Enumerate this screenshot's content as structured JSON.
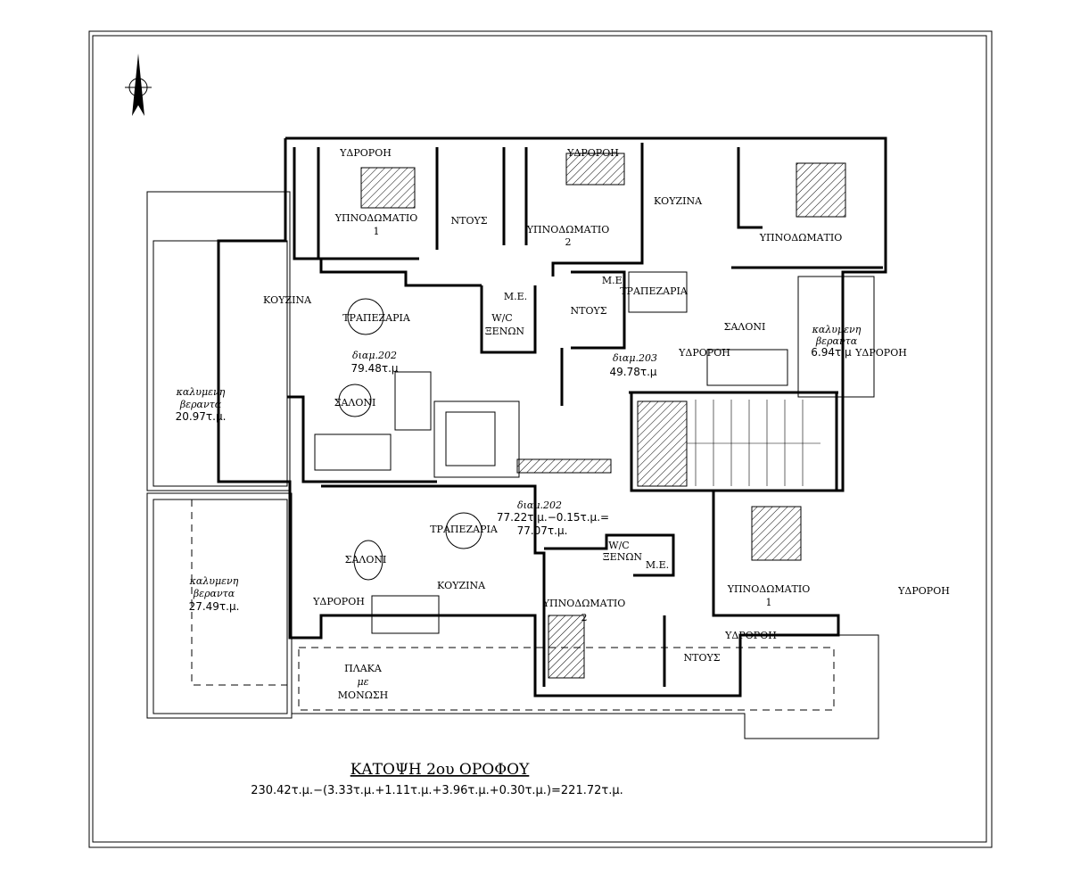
{
  "drawing": {
    "title": "ΚΑΤΟΨΗ 2ου ΟΡΟΦΟΥ",
    "area_formula": "230.42τ.μ.−(3.33τ.μ.+1.11τ.μ.+3.96τ.μ.+0.30τ.μ.)=221.72τ.μ.",
    "downspout_label": "ΥΔΡΟΡΟΗ"
  },
  "apt202_top": {
    "bedroom1": "ΥΠΝΟΔΩΜΑΤΙΟ",
    "bedroom1_num": "1",
    "shower": "ΝΤΟΥΣ",
    "bedroom2": "ΥΠΝΟΔΩΜΑΤΙΟ",
    "bedroom2_num": "2",
    "kitchen": "ΚΟΥΖΙΝΑ",
    "dining": "ΤΡΑΠΕΖΑΡΙΑ",
    "living": "ΣΑΛΟΝΙ",
    "me": "Μ.Ε.",
    "wc": "W/C",
    "guests": "ΞΕΝΩΝ",
    "name": "διαμ.202",
    "area": "79.48τ.μ",
    "veranda_l1": "καλυμενη",
    "veranda_l2": "βεραντα",
    "veranda_area": "20.97τ.μ."
  },
  "apt203": {
    "kitchen": "ΚΟΥΖΙΝΑ",
    "bedroom": "ΥΠΝΟΔΩΜΑΤΙΟ",
    "me": "Μ.Ε.",
    "shower": "ΝΤΟΥΣ",
    "dining": "ΤΡΑΠΕΖΑΡΙΑ",
    "living": "ΣΑΛΟΝΙ",
    "name": "διαμ.203",
    "area": "49.78τ.μ",
    "veranda_l1": "καλυμενη",
    "veranda_l2": "βεραντα",
    "veranda_area": "6.94τ.μ"
  },
  "apt202_bottom": {
    "name": "διαμ.202",
    "area_calc": "77.22τ.μ.−0.15τ.μ.=",
    "area": "77.07τ.μ.",
    "dining": "ΤΡΑΠΕΖΑΡΙΑ",
    "living": "ΣΑΛΟΝΙ",
    "kitchen": "ΚΟΥΖΙΝΑ",
    "wc": "W/C",
    "guests": "ΞΕΝΩΝ",
    "me": "Μ.Ε.",
    "bedroom2": "ΥΠΝΟΔΩΜΑΤΙΟ",
    "bedroom2_num": "2",
    "bedroom1": "ΥΠΝΟΔΩΜΑΤΙΟ",
    "bedroom1_num": "1",
    "shower": "ΝΤΟΥΣ",
    "veranda_l1": "καλυμενη",
    "veranda_l2": "βεραντα",
    "veranda_area": "27.49τ.μ.",
    "slab_l1": "ΠΛΑΚΑ",
    "slab_l2": "με",
    "slab_l3": "ΜΟΝΩΣΗ"
  }
}
